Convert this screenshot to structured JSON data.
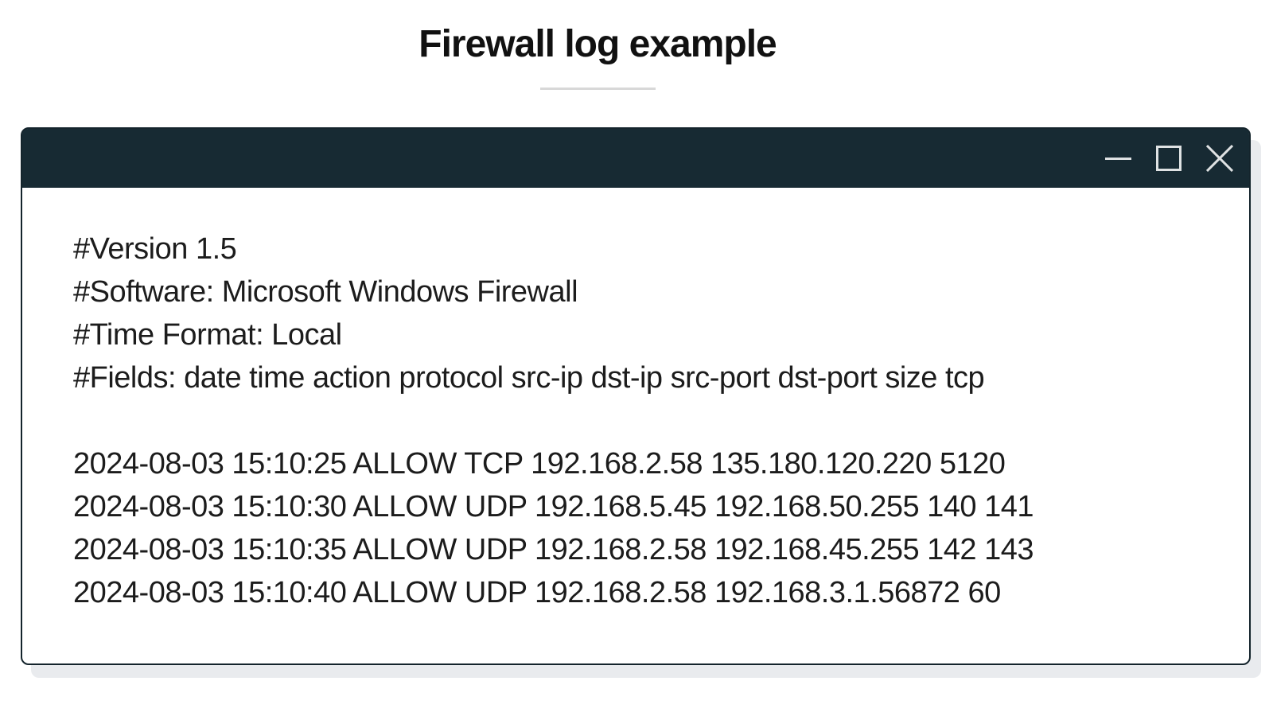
{
  "page": {
    "title": "Firewall log example"
  },
  "window": {
    "controls": {
      "minimize": "minimize-icon",
      "maximize": "maximize-icon",
      "close": "close-icon"
    }
  },
  "log": {
    "header_lines": [
      "#Version 1.5",
      "#Software: Microsoft Windows Firewall",
      "#Time Format: Local",
      "#Fields: date time action protocol src-ip dst-ip src-port dst-port size tcp"
    ],
    "entries": [
      "2024-08-03 15:10:25 ALLOW TCP 192.168.2.58 135.180.120.220 5120",
      "2024-08-03 15:10:30 ALLOW UDP 192.168.5.45 192.168.50.255 140 141",
      "2024-08-03 15:10:35 ALLOW UDP 192.168.2.58 192.168.45.255 142 143",
      "2024-08-03 15:10:40 ALLOW UDP 192.168.2.58 192.168.3.1.56872 60"
    ]
  },
  "colors": {
    "titlebar_background": "#172a33",
    "window_border": "#14242c",
    "window_shadow": "#e9ebee",
    "title_divider": "#d8d8d8",
    "control_icon": "#dfe2e3",
    "log_text": "#1c1c1c",
    "title_text": "#111111"
  }
}
